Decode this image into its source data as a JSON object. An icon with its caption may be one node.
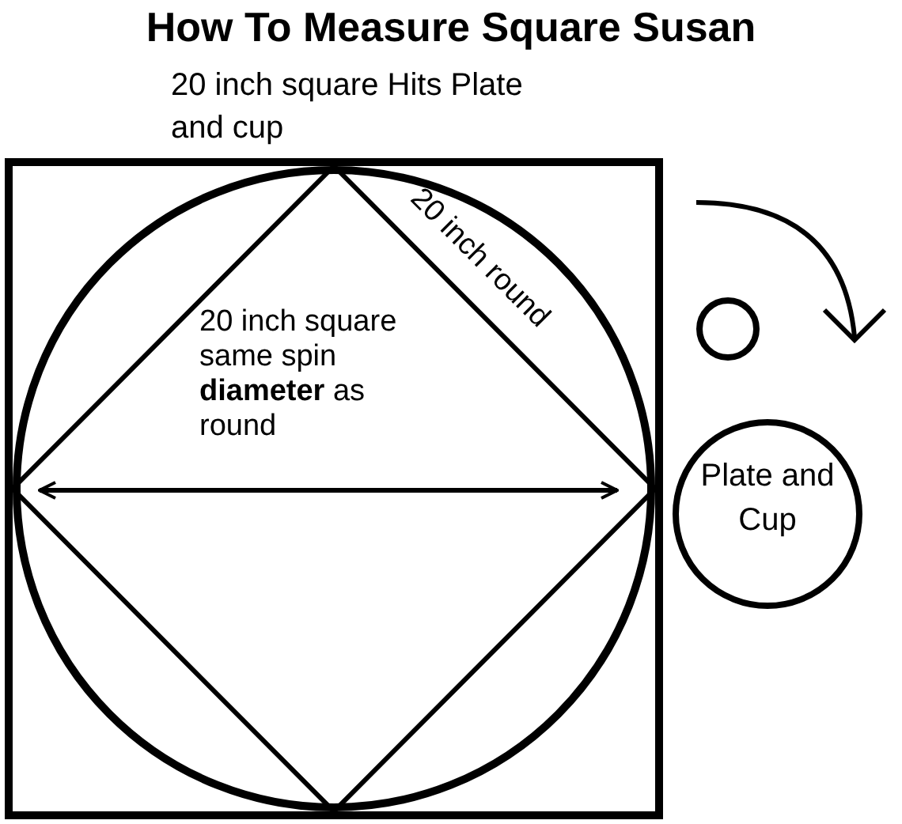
{
  "diagram": {
    "title": "How To Measure Square Susan",
    "nodes": [
      {
        "text": [
          "20 inch square Hits Plate and cup"
        ]
      },
      {
        "text": [
          "20 inch round"
        ],
        "in": 0
      },
      {
        "text": [
          "20 inch square same spin **diameter** as round"
        ],
        "in": 1
      },
      {
        "text": [],
        "shape": "circle"
      },
      {
        "text": [
          "Plate and Cup"
        ]
      }
    ],
    "edges": []
  }
}
